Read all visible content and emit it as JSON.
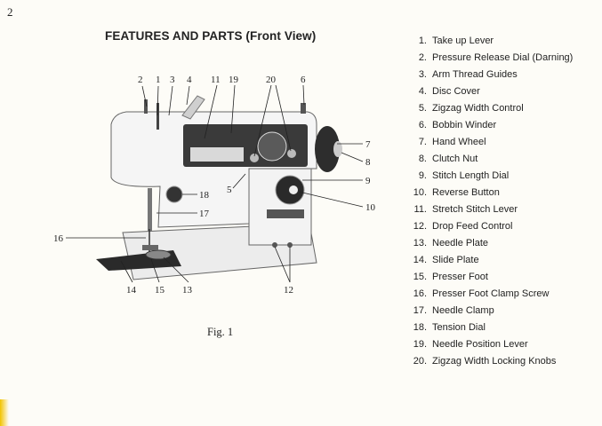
{
  "page_number": "2",
  "title": "FEATURES AND PARTS (Front View)",
  "figure_caption": "Fig. 1",
  "parts": [
    {
      "num": "1.",
      "label": "Take up Lever"
    },
    {
      "num": "2.",
      "label": "Pressure Release Dial (Darning)"
    },
    {
      "num": "3.",
      "label": "Arm Thread Guides"
    },
    {
      "num": "4.",
      "label": "Disc Cover"
    },
    {
      "num": "5.",
      "label": "Zigzag Width Control"
    },
    {
      "num": "6.",
      "label": "Bobbin Winder"
    },
    {
      "num": "7.",
      "label": "Hand Wheel"
    },
    {
      "num": "8.",
      "label": "Clutch Nut"
    },
    {
      "num": "9.",
      "label": "Stitch Length Dial"
    },
    {
      "num": "10.",
      "label": "Reverse Button"
    },
    {
      "num": "11.",
      "label": "Stretch Stitch Lever"
    },
    {
      "num": "12.",
      "label": "Drop Feed Control"
    },
    {
      "num": "13.",
      "label": "Needle Plate"
    },
    {
      "num": "14.",
      "label": "Slide Plate"
    },
    {
      "num": "15.",
      "label": "Presser Foot"
    },
    {
      "num": "16.",
      "label": "Presser Foot Clamp Screw"
    },
    {
      "num": "17.",
      "label": "Needle Clamp"
    },
    {
      "num": "18.",
      "label": "Tension Dial"
    },
    {
      "num": "19.",
      "label": "Needle Position Lever"
    },
    {
      "num": "20.",
      "label": "Zigzag Width Locking Knobs"
    }
  ],
  "callouts": {
    "c1": "1",
    "c2": "2",
    "c3": "3",
    "c4": "4",
    "c5": "5",
    "c6": "6",
    "c7": "7",
    "c8": "8",
    "c9": "9",
    "c10": "10",
    "c11": "11",
    "c12": "12",
    "c13": "13",
    "c14": "14",
    "c15": "15",
    "c16": "16",
    "c17": "17",
    "c18": "18",
    "c19": "19",
    "c20": "20"
  }
}
